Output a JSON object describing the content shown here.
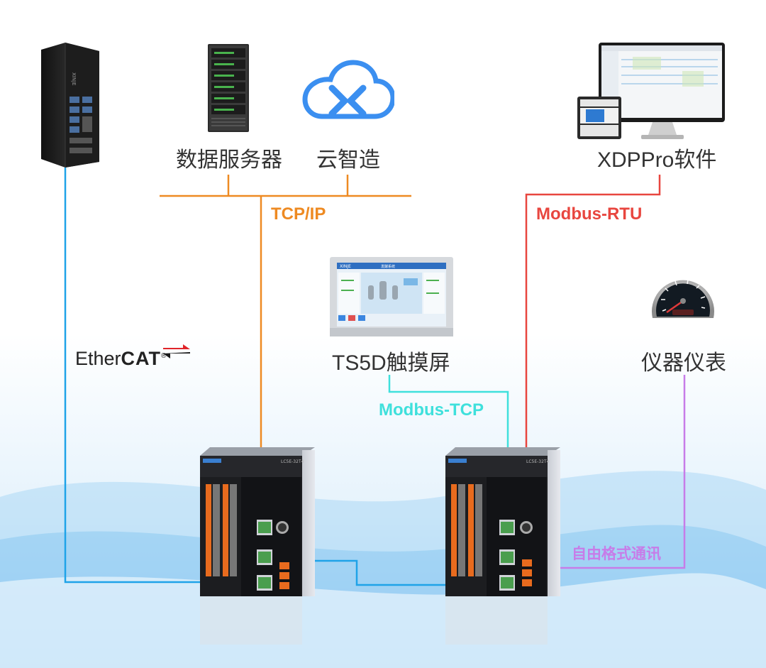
{
  "nodes": {
    "data_server": "数据服务器",
    "cloud": "云智造",
    "software": "XDPPro软件",
    "touchscreen": "TS5D触摸屏",
    "meter": "仪器仪表"
  },
  "devices": {
    "controller_brand": "XINJE",
    "plc_model": "LC5E-32T4",
    "ts_brand": "XINJE",
    "ts_title": "发酵系统"
  },
  "protocols": {
    "tcp_ip": "TCP/IP",
    "modbus_rtu": "Modbus-RTU",
    "modbus_tcp": "Modbus-TCP",
    "free_comm": "自由格式通讯",
    "ethercat_plain": "Ether",
    "ethercat_bold": "CAT",
    "ethercat_mark": "®"
  },
  "colors": {
    "tcp_ip": "#ee8a22",
    "modbus_rtu": "#e8463f",
    "modbus_tcp": "#3fe0dc",
    "free_comm": "#c77ce8",
    "ethercat": "#1fa3e8",
    "cloud": "#3b8ff0",
    "ethercat_arrow": "#e0242a"
  }
}
